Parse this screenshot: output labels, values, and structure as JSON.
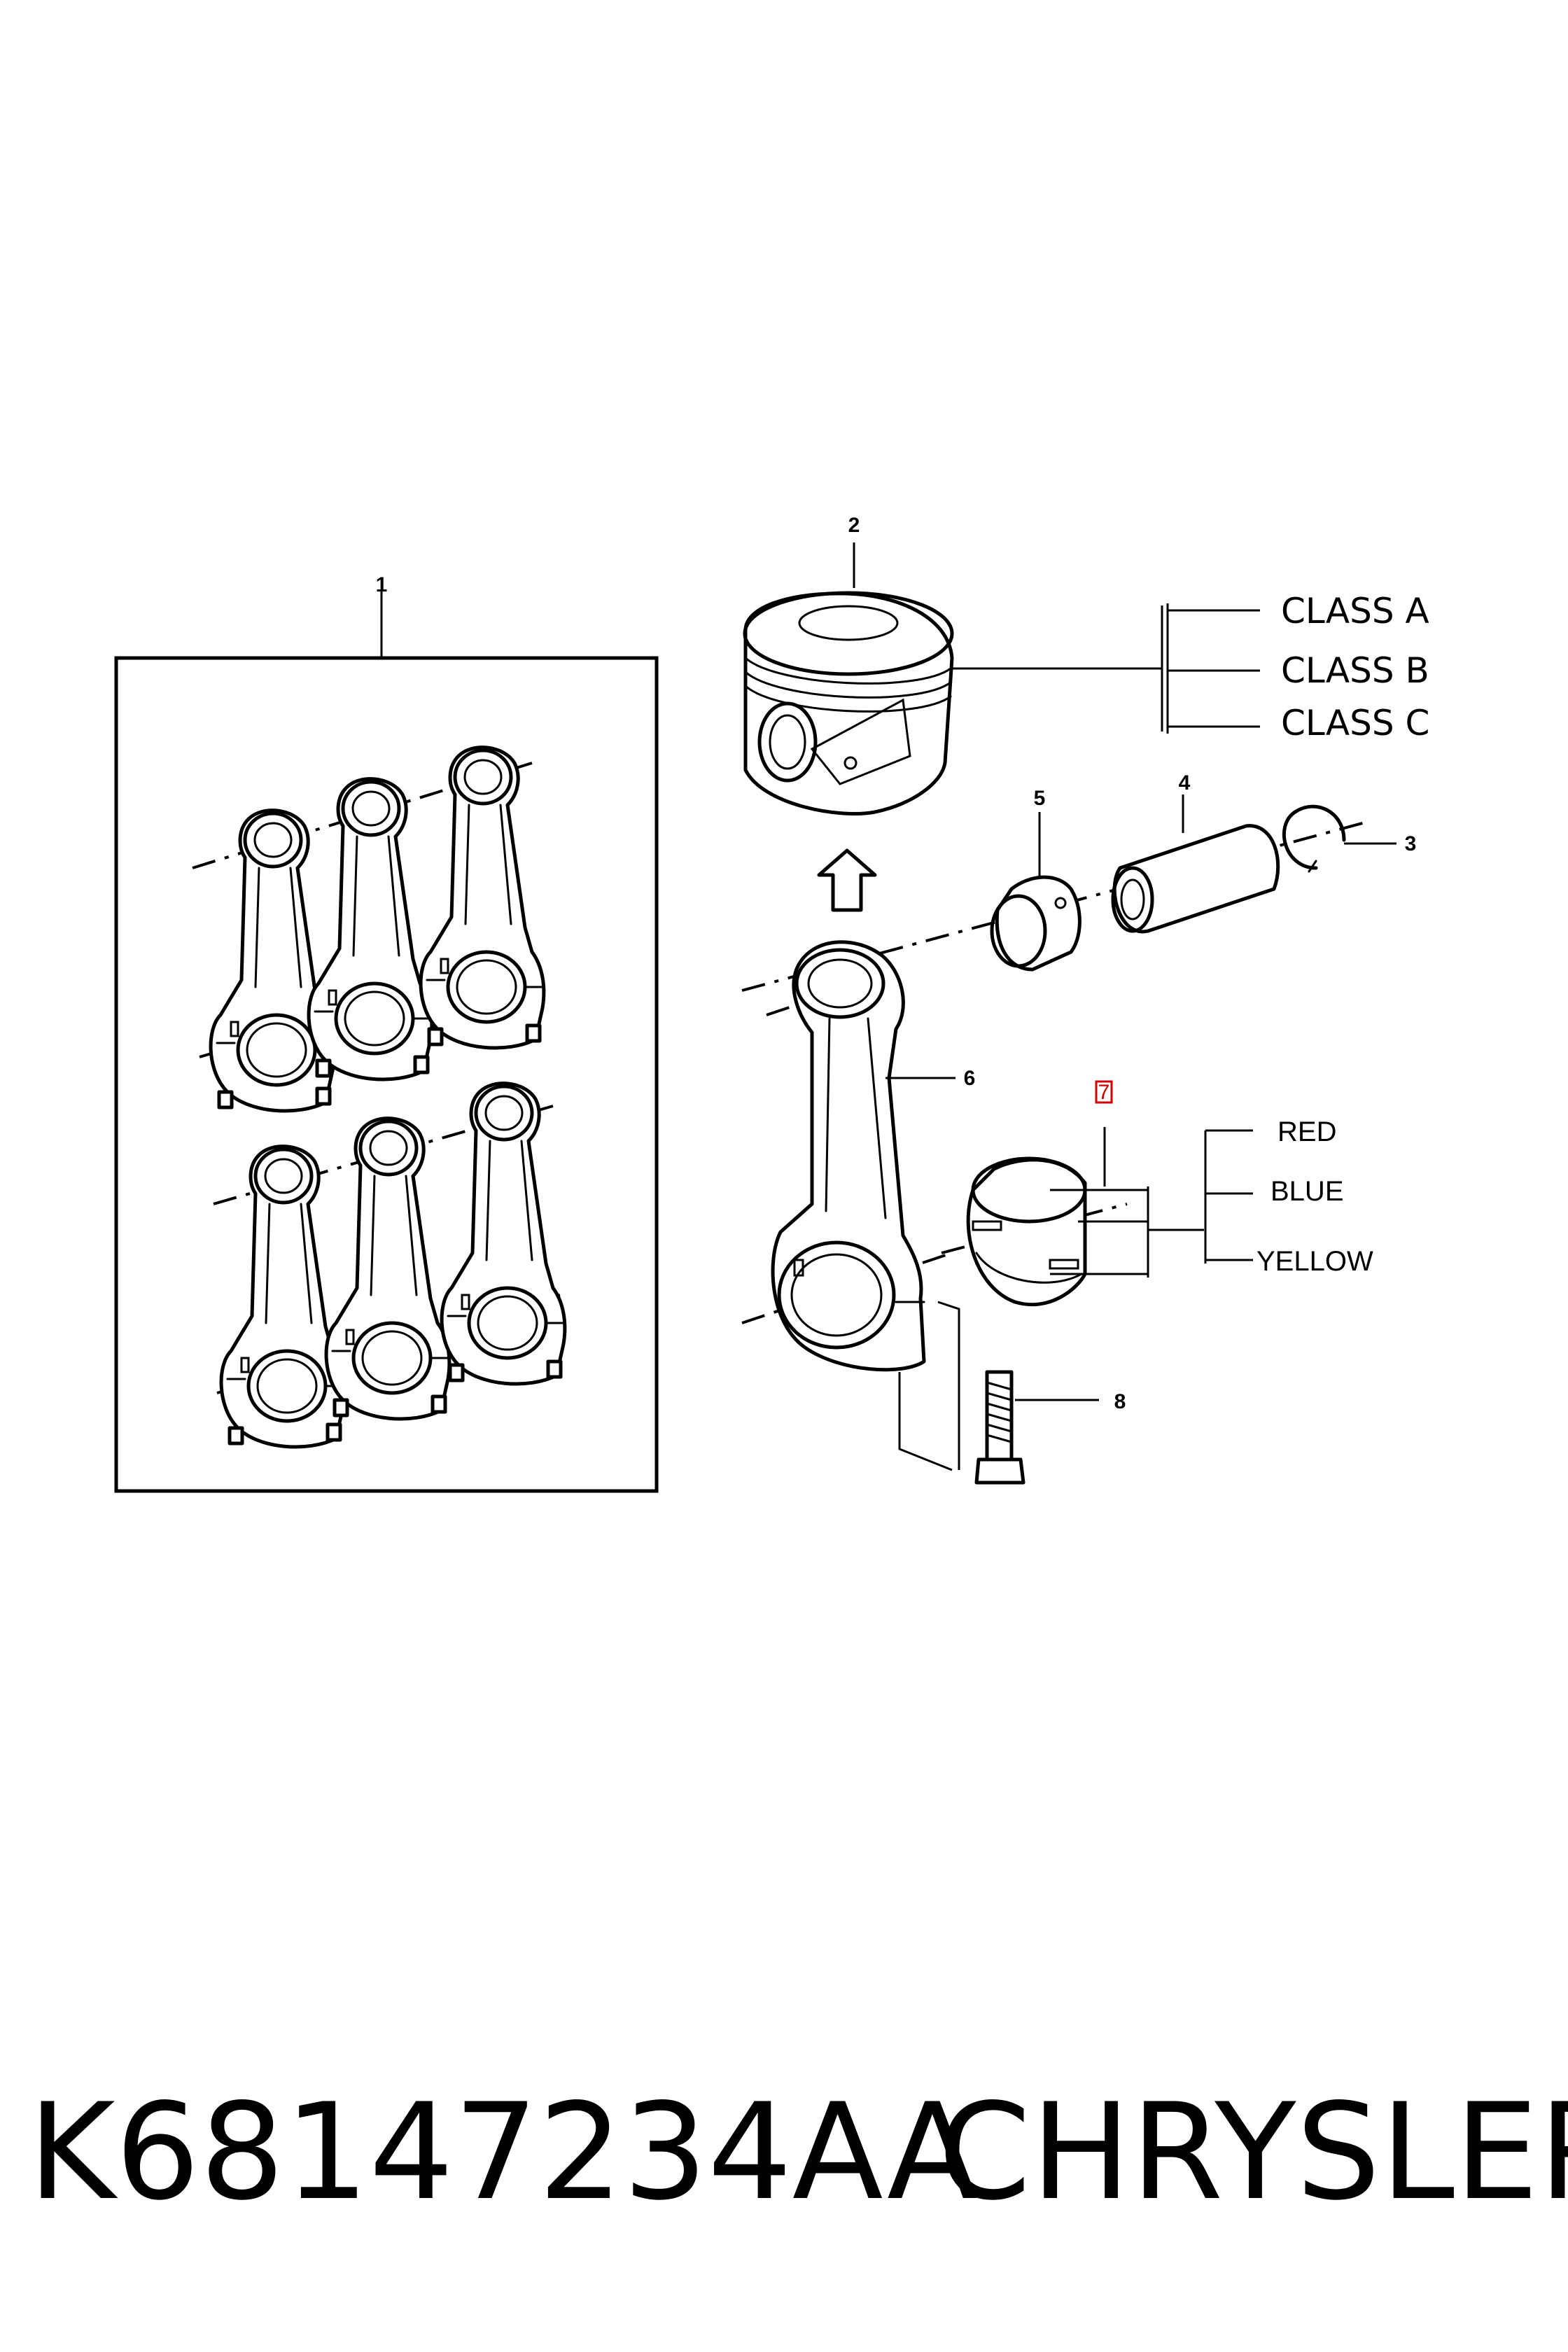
{
  "callouts": {
    "c1": "1",
    "c2": "2",
    "c3": "3",
    "c4": "4",
    "c5": "5",
    "c6": "6",
    "c7": "7",
    "c8": "8"
  },
  "piston_classes": [
    "CLASS A",
    "CLASS B",
    "CLASS C"
  ],
  "bearing_colors": [
    "RED",
    "BLUE",
    "YELLOW"
  ],
  "footer": {
    "part_number": "K68147234AA",
    "brand": "CHRYSLER"
  },
  "colors": {
    "line": "#000000",
    "highlight_box": "#d00000",
    "background": "#ffffff"
  }
}
